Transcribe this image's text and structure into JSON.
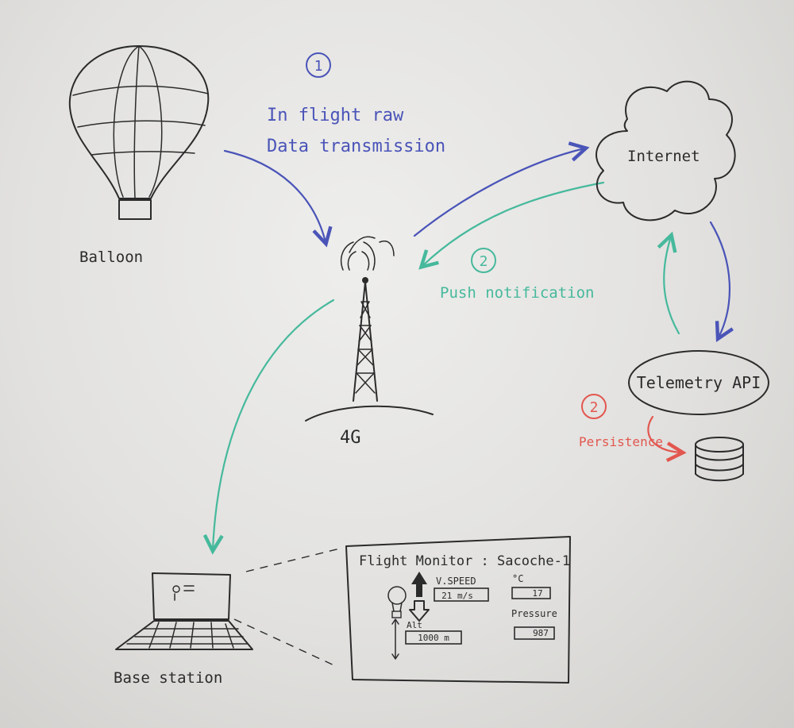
{
  "nodes": {
    "balloon": "Balloon",
    "tower": "4G",
    "internet": "Internet",
    "telemetry_api": "Telemetry API",
    "base_station": "Base station"
  },
  "steps": {
    "step1_number": "1",
    "step1_line1": "In flight raw",
    "step1_line2": "Data transmission",
    "step2_number": "2",
    "step2_label": "Push notification",
    "persist_number": "2",
    "persist_label": "Persistence"
  },
  "monitor": {
    "title": "Flight Monitor : Sacoche-1",
    "vspeed_label": "V.SPEED",
    "vspeed_value": "21 m/s",
    "temp_label": "°C",
    "temp_value": "17",
    "pressure_label": "Pressure",
    "pressure_value": "987",
    "alt_label": "Alt",
    "alt_value": "1000 m"
  },
  "colors": {
    "ink": "#2b2b2b",
    "blue": "#4a54b8",
    "teal": "#46b99c",
    "red": "#e2574f"
  }
}
